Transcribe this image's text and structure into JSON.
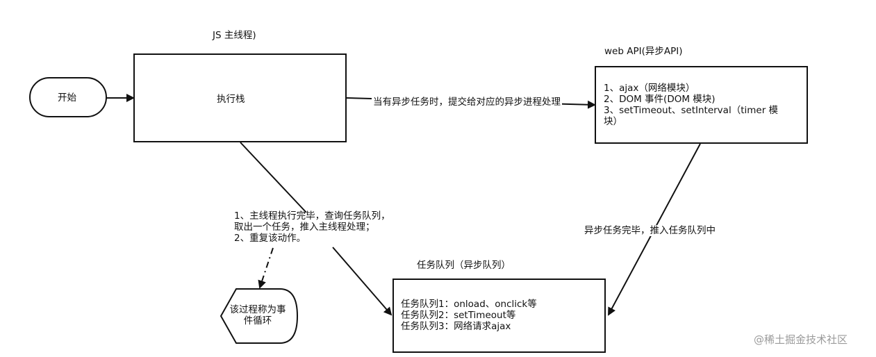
{
  "start_label": "开始",
  "js_main_thread_title": "JS 主线程)",
  "execution_stack_label": "执行栈",
  "web_api": {
    "title": "web API(异步API)",
    "items": [
      "1、ajax（网络模块）",
      "2、DOM 事件(DOM 模块)",
      "3、setTimeout、setInterval（timer 模",
      "块）"
    ]
  },
  "arrow_async_submit_label": "当有异步任务时，提交给对应的异步进程处理",
  "arrow_async_done_label": "异步任务完毕，推入任务队列中",
  "loop_note": {
    "lines": [
      "1、主线程执行完毕，查询任务队列，",
      "取出一个任务，推入主线程处理；",
      "2、重复该动作。"
    ]
  },
  "event_loop_label": {
    "lines": [
      "该过程称为事",
      "件循环"
    ]
  },
  "task_queue": {
    "title": "任务队列（异步队列）",
    "items": [
      "任务队列1：onload、onclick等",
      "任务队列2：setTimeout等",
      "任务队列3：网络请求ajax"
    ]
  },
  "watermark": "@稀土掘金技术社区"
}
